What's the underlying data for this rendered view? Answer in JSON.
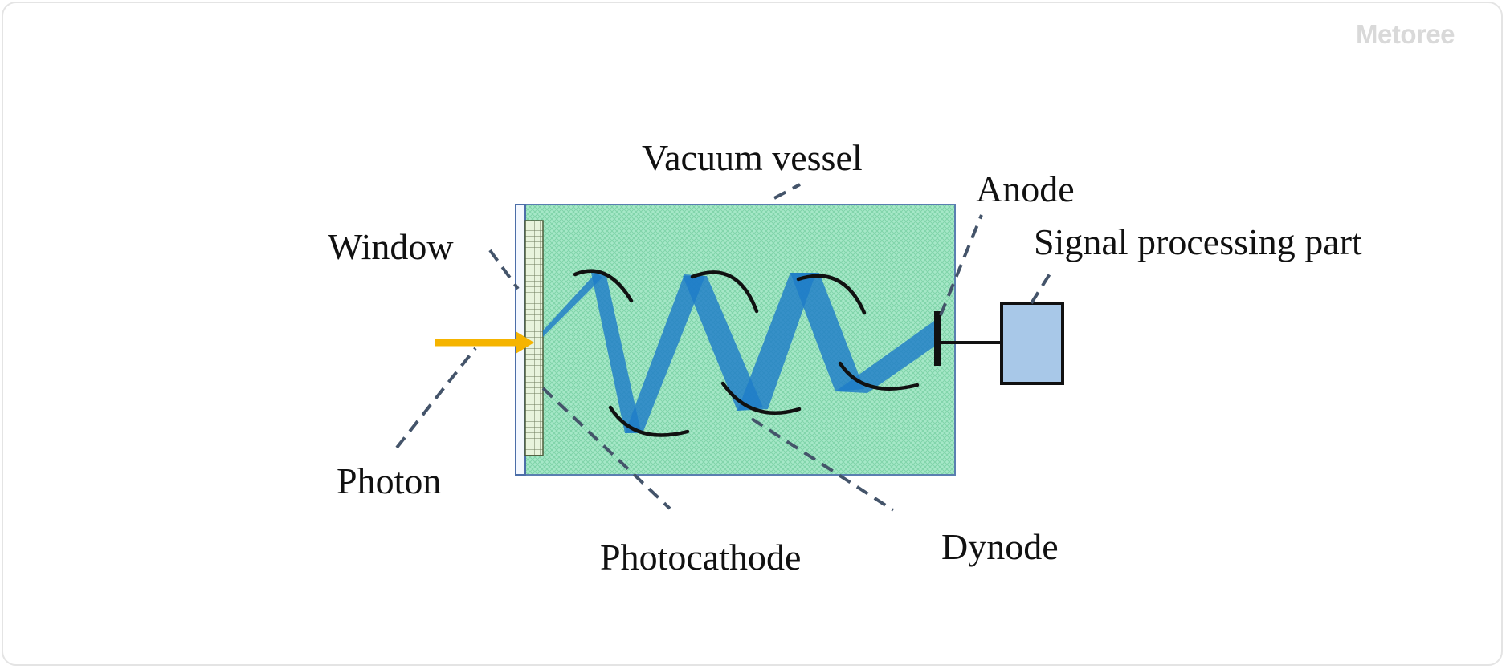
{
  "watermark": "Metoree",
  "labels": {
    "vacuum_vessel": "Vacuum vessel",
    "anode": "Anode",
    "signal_processing": "Signal processing part",
    "window": "Window",
    "photon": "Photon",
    "photocathode": "Photocathode",
    "dynode": "Dynode"
  },
  "colors": {
    "vessel_fill": "#9ee5c3",
    "vessel_hatch": "#6fcf9f",
    "vessel_border": "#5a7fb0",
    "electron_beam": "#1e7cc8",
    "photon_arrow": "#f5b400",
    "signal_box": "#a8c8e8",
    "leader_lines": "#44546a",
    "dynode": "#111111"
  }
}
